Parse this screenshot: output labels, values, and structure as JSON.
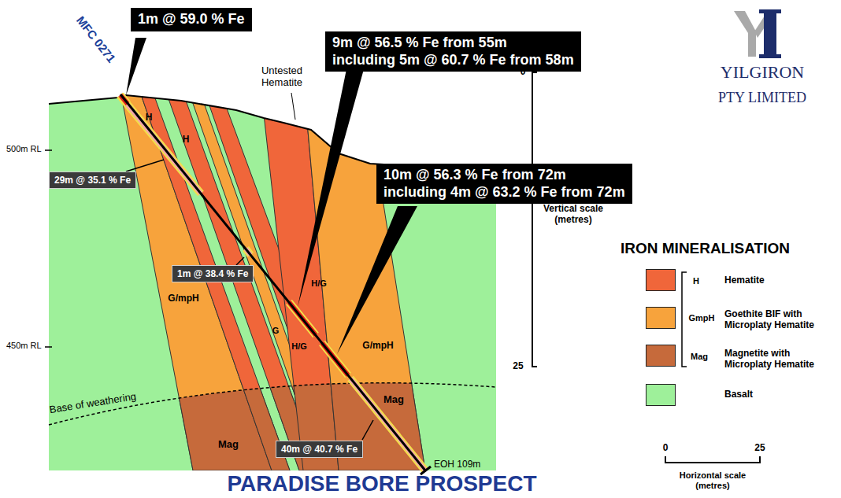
{
  "diagram": {
    "title": "PARADISE BORE PROSPECT",
    "nodes": [
      {
        "text": [
          "1m @ 59.0 % Fe"
        ]
      },
      {
        "text": [
          "9m @ 56.5 % Fe from 55m",
          "including 5m @ 60.7 % Fe from 58m"
        ]
      },
      {
        "text": [
          "10m @ 56.3 % Fe from 72m",
          "including 4m @ 63.2 % Fe from 72m"
        ]
      },
      {
        "text": [
          "29m @ 35.1 % Fe"
        ]
      },
      {
        "text": [
          "1m @ 38.4 % Fe"
        ]
      },
      {
        "text": [
          "40m @ 40.7 % Fe"
        ]
      }
    ],
    "labels": [
      "MFC 0271",
      "Untested Hematite",
      "H",
      "H",
      "H/G",
      "G/mpH",
      "G/mpH",
      "G",
      "H/G",
      "Mag",
      "Mag",
      "500m RL",
      "450m RL",
      "Base of weathering",
      "EOH 109m",
      "0",
      "25",
      "Vertical scale (metres)",
      "IRON MINERALISATION",
      "H",
      "GmpH",
      "Mag",
      "0",
      "25",
      "Horizontal scale (metres)",
      "YILGIRON",
      "PTY LIMITED"
    ],
    "legend": [
      {
        "text": "Hematite",
        "color": "#f0663a"
      },
      {
        "text": "Goethite BIF with Microplaty Hematite",
        "color": "#f7a33c"
      },
      {
        "text": "Magnetite with Microplaty Hematite",
        "color": "#c66a3b"
      },
      {
        "text": "Basalt",
        "color": "#9ef09a"
      }
    ]
  }
}
